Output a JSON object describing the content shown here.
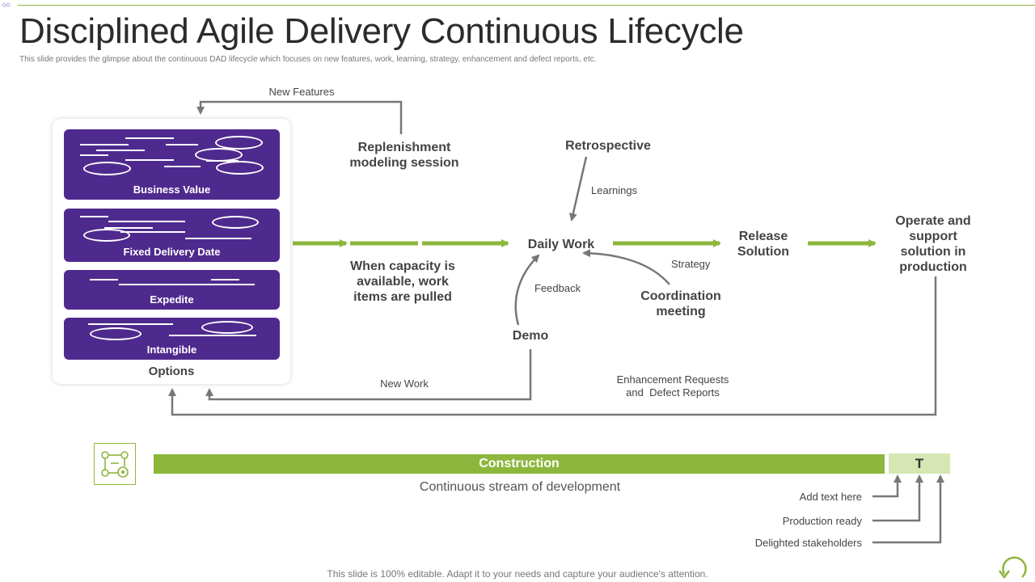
{
  "header": {
    "title": "Disciplined Agile Delivery Continuous Lifecycle",
    "subtitle": "This slide provides the glimpse about the continuous DAD lifecycle which focuses on new features, work, learning, strategy, enhancement and defect reports, etc."
  },
  "options_panel": {
    "cards": [
      "Business  Value",
      "Fixed Delivery Date",
      "Expedite",
      "Intangible"
    ],
    "label": "Options"
  },
  "nodes": {
    "replenishment": "Replenishment modeling session",
    "capacity": "When capacity is available, work items are pulled",
    "retrospective": "Retrospective",
    "daily_work": "Daily Work",
    "coordination": "Coordination meeting",
    "demo": "Demo",
    "release": "Release Solution",
    "operate": "Operate and support solution in production"
  },
  "edge_labels": {
    "new_features": "New Features",
    "learnings": "Learnings",
    "strategy": "Strategy",
    "feedback": "Feedback",
    "new_work": "New Work",
    "enhancement": "Enhancement Requests\nand  Defect Reports"
  },
  "bottom": {
    "construction_label": "Construction",
    "t_label": "T",
    "stream_label": "Continuous stream of development",
    "notes": [
      "Add text here",
      "Production ready",
      "Delighted stakeholders"
    ]
  },
  "footer": "This slide is 100% editable. Adapt it to your needs and capture your audience's attention.",
  "colors": {
    "accent_green": "#8db63c",
    "light_green": "#d6e7b3",
    "purple": "#4f2a8e",
    "arrow_gray": "#777777"
  }
}
